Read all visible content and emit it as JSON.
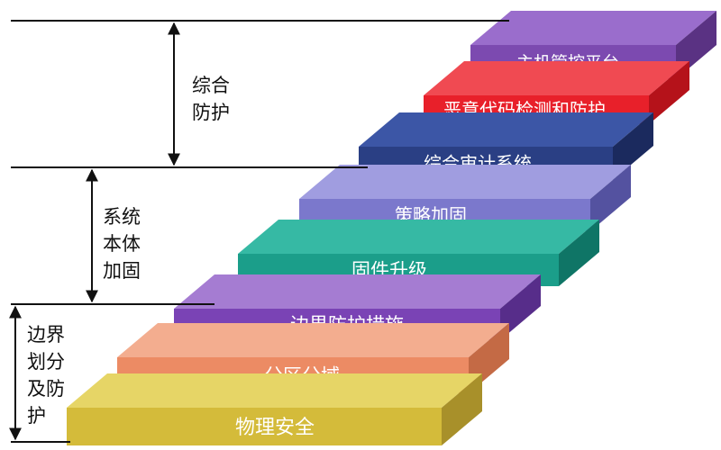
{
  "groups": [
    {
      "id": "comprehensive",
      "label": "综合\n防护"
    },
    {
      "id": "system",
      "label": "系统\n本体\n加固"
    },
    {
      "id": "boundary",
      "label": "边界\n划分\n及防\n护"
    }
  ],
  "steps": [
    {
      "label": "物理安全",
      "front": "#d4bb3a",
      "top": "#e6d566",
      "side": "#a8902a",
      "text_color": "#ffffff"
    },
    {
      "label": "分区分域",
      "front": "#ec8b64",
      "top": "#f3ad8f",
      "side": "#c46a45",
      "text_color": "#ffffff"
    },
    {
      "label": "边界防护措施",
      "front": "#7a43b5",
      "top": "#a57cd2",
      "side": "#572d8a",
      "text_color": "#ffffff"
    },
    {
      "label": "固件升级",
      "front": "#1b9e8a",
      "top": "#36b9a4",
      "side": "#0f7566",
      "text_color": "#ffffff"
    },
    {
      "label": "策略加固",
      "front": "#7b78cc",
      "top": "#a09de0",
      "side": "#5452a0",
      "text_color": "#ffffff"
    },
    {
      "label": "综合审计系统",
      "front": "#2a3f84",
      "top": "#3c56a6",
      "side": "#1b2a5e",
      "text_color": "#ffffff"
    },
    {
      "label": "恶意代码检测和防护",
      "front": "#e8202a",
      "top": "#f04a52",
      "side": "#b5121a",
      "text_color": "#ffffff"
    },
    {
      "label": "主机管控平台",
      "front": "#7c4ab0",
      "top": "#9a6dcc",
      "side": "#5a3283",
      "text_color": "#ffffff"
    }
  ]
}
